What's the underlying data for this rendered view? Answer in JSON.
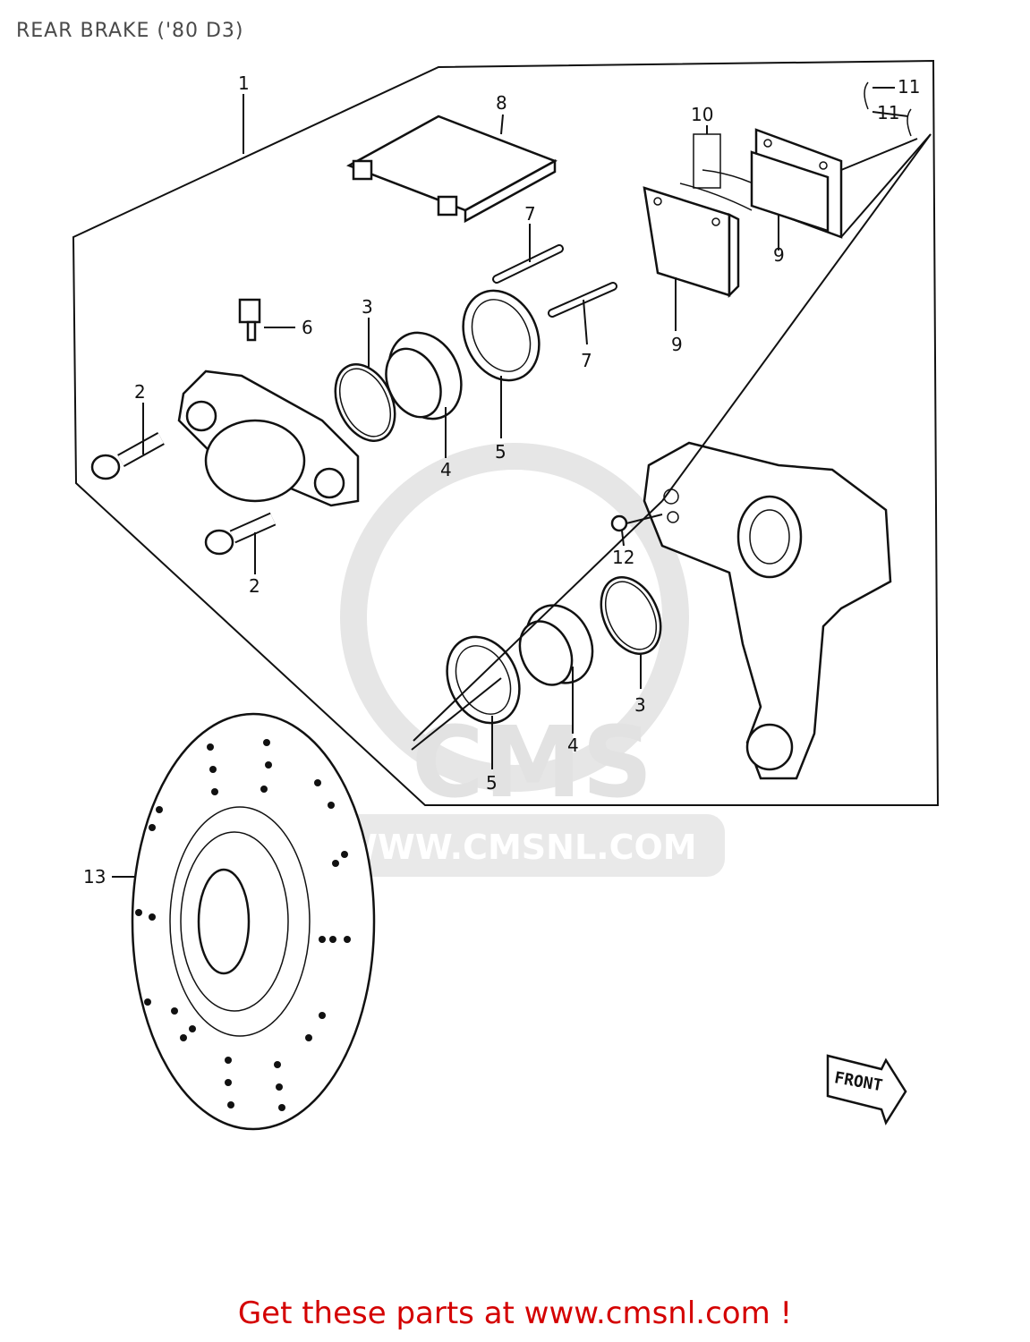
{
  "header": {
    "title": "REAR BRAKE ('80 D3)"
  },
  "watermark": {
    "brand": "CMS",
    "url": "WWW.CMSNL.COM"
  },
  "callouts": {
    "c1": "1",
    "c2a": "2",
    "c2b": "2",
    "c3a": "3",
    "c3b": "3",
    "c4a": "4",
    "c4b": "4",
    "c5a": "5",
    "c5b": "5",
    "c6": "6",
    "c7a": "7",
    "c7b": "7",
    "c8": "8",
    "c9a": "9",
    "c9b": "9",
    "c10": "10",
    "c11a": "11",
    "c11b": "11",
    "c12": "12",
    "c13": "13"
  },
  "front_label": "FRONT",
  "footer": {
    "cta": "Get these parts at www.cmsnl.com !"
  }
}
